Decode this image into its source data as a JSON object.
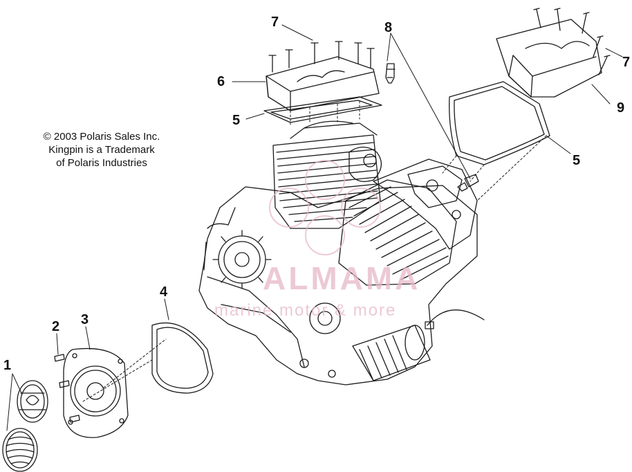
{
  "copyright": {
    "line1": "© 2003 Polaris Sales Inc.",
    "line2": "Kingpin is a Trademark",
    "line3": "of Polaris Industries"
  },
  "callouts": {
    "c1": "1",
    "c2": "2",
    "c3": "3",
    "c4": "4",
    "c5a": "5",
    "c5b": "5",
    "c6": "6",
    "c7a": "7",
    "c7b": "7",
    "c8": "8",
    "c9": "9"
  },
  "watermark": {
    "brand": "ALMAMA",
    "tagline": "marine motor & more"
  },
  "colors": {
    "line": "#1a1a1a",
    "background": "#ffffff",
    "watermark": "#e6b8c8"
  }
}
